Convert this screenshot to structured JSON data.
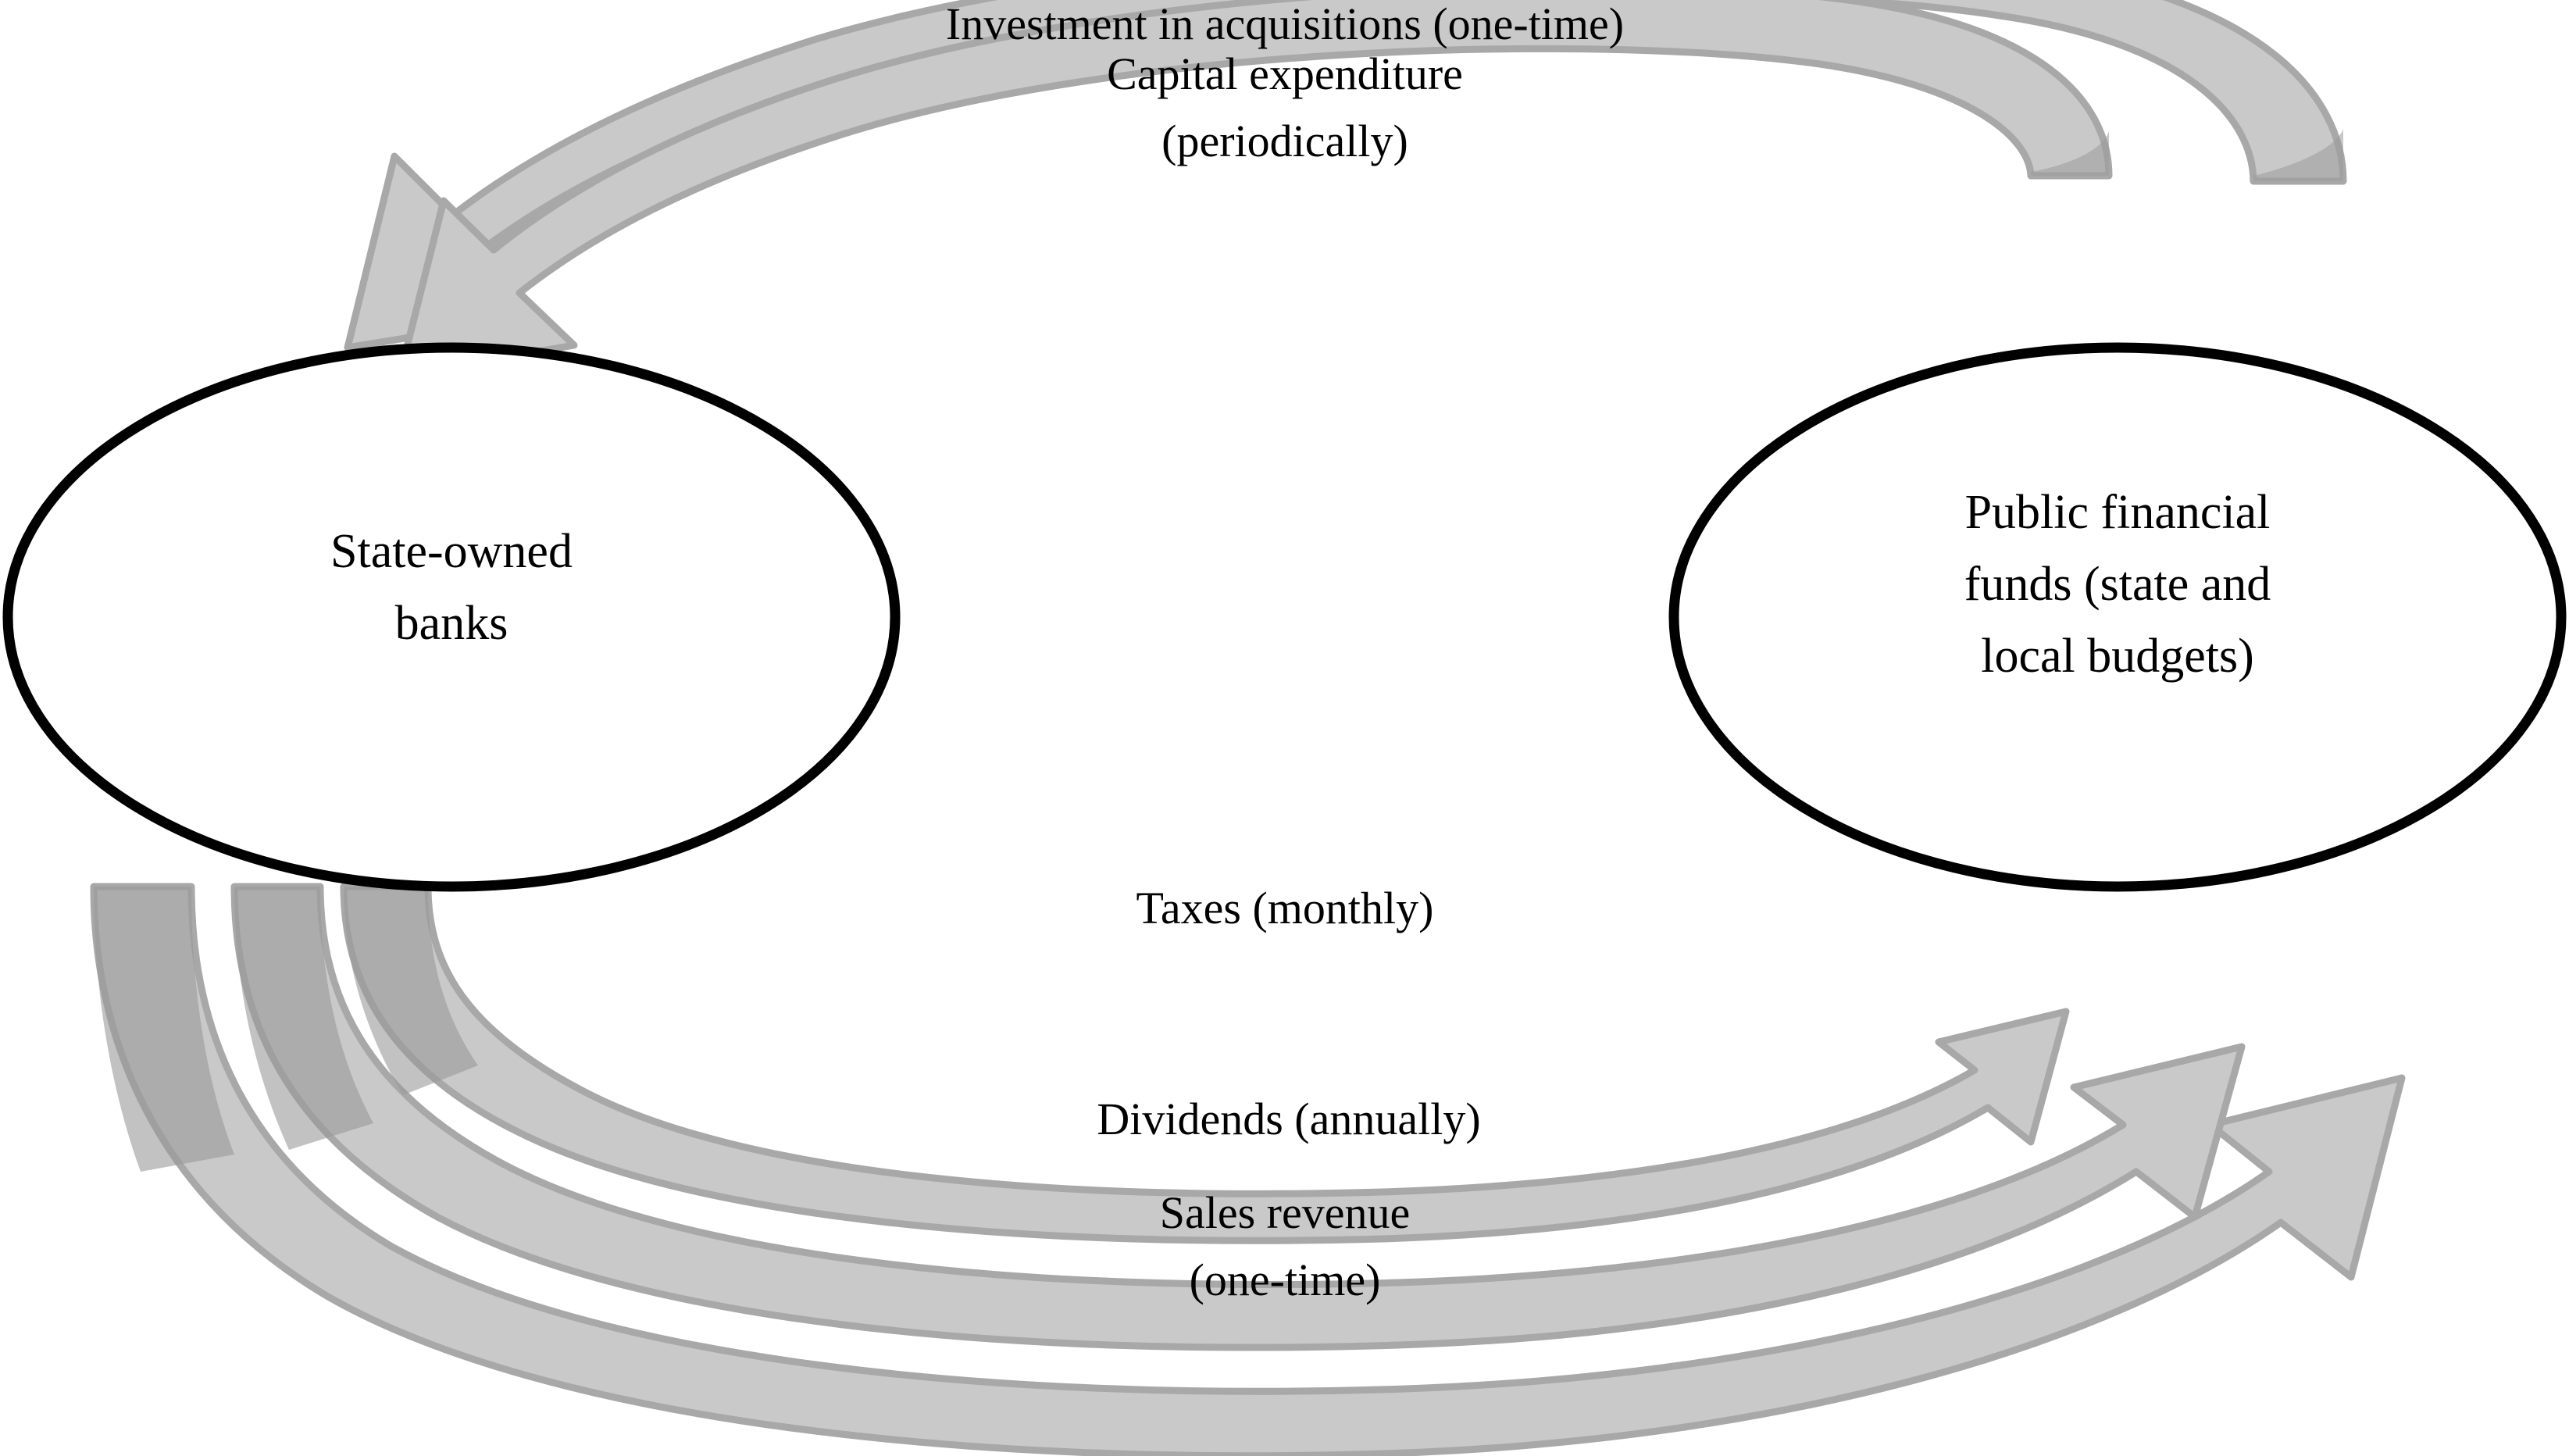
{
  "diagram": {
    "type": "cycle-flow",
    "background_color": "#ffffff",
    "node_outline_color": "#000000",
    "node_fill_color": "#ffffff",
    "arrow_fill_color": "#c9c9c9",
    "arrow_fill_color_dark": "#9a9a9a",
    "arrow_outline_color": "#a8a8a8",
    "text_color": "#000000"
  },
  "nodes": {
    "left": {
      "name": "state-owned-banks",
      "lines": [
        "State-owned",
        "banks"
      ]
    },
    "right": {
      "name": "public-financial-funds",
      "lines": [
        "Public financial",
        "funds (state and",
        "local budgets)"
      ]
    }
  },
  "edges": [
    {
      "name": "investment-in-acquisitions",
      "direction": "right-to-left",
      "lines": [
        "Investment in acquisitions (one-time)"
      ],
      "frequency": "one-time",
      "thickness": "thick"
    },
    {
      "name": "capital-expenditure",
      "direction": "right-to-left",
      "lines": [
        "Capital expenditure",
        "(periodically)"
      ],
      "frequency": "periodically",
      "thickness": "medium"
    },
    {
      "name": "taxes",
      "direction": "left-to-right",
      "lines": [
        "Taxes (monthly)"
      ],
      "frequency": "monthly",
      "thickness": "thin"
    },
    {
      "name": "dividends",
      "direction": "left-to-right",
      "lines": [
        "Dividends (annually)"
      ],
      "frequency": "annually",
      "thickness": "medium"
    },
    {
      "name": "sales-revenue",
      "direction": "left-to-right",
      "lines": [
        "Sales revenue",
        "(one-time)"
      ],
      "frequency": "one-time",
      "thickness": "thick"
    }
  ]
}
